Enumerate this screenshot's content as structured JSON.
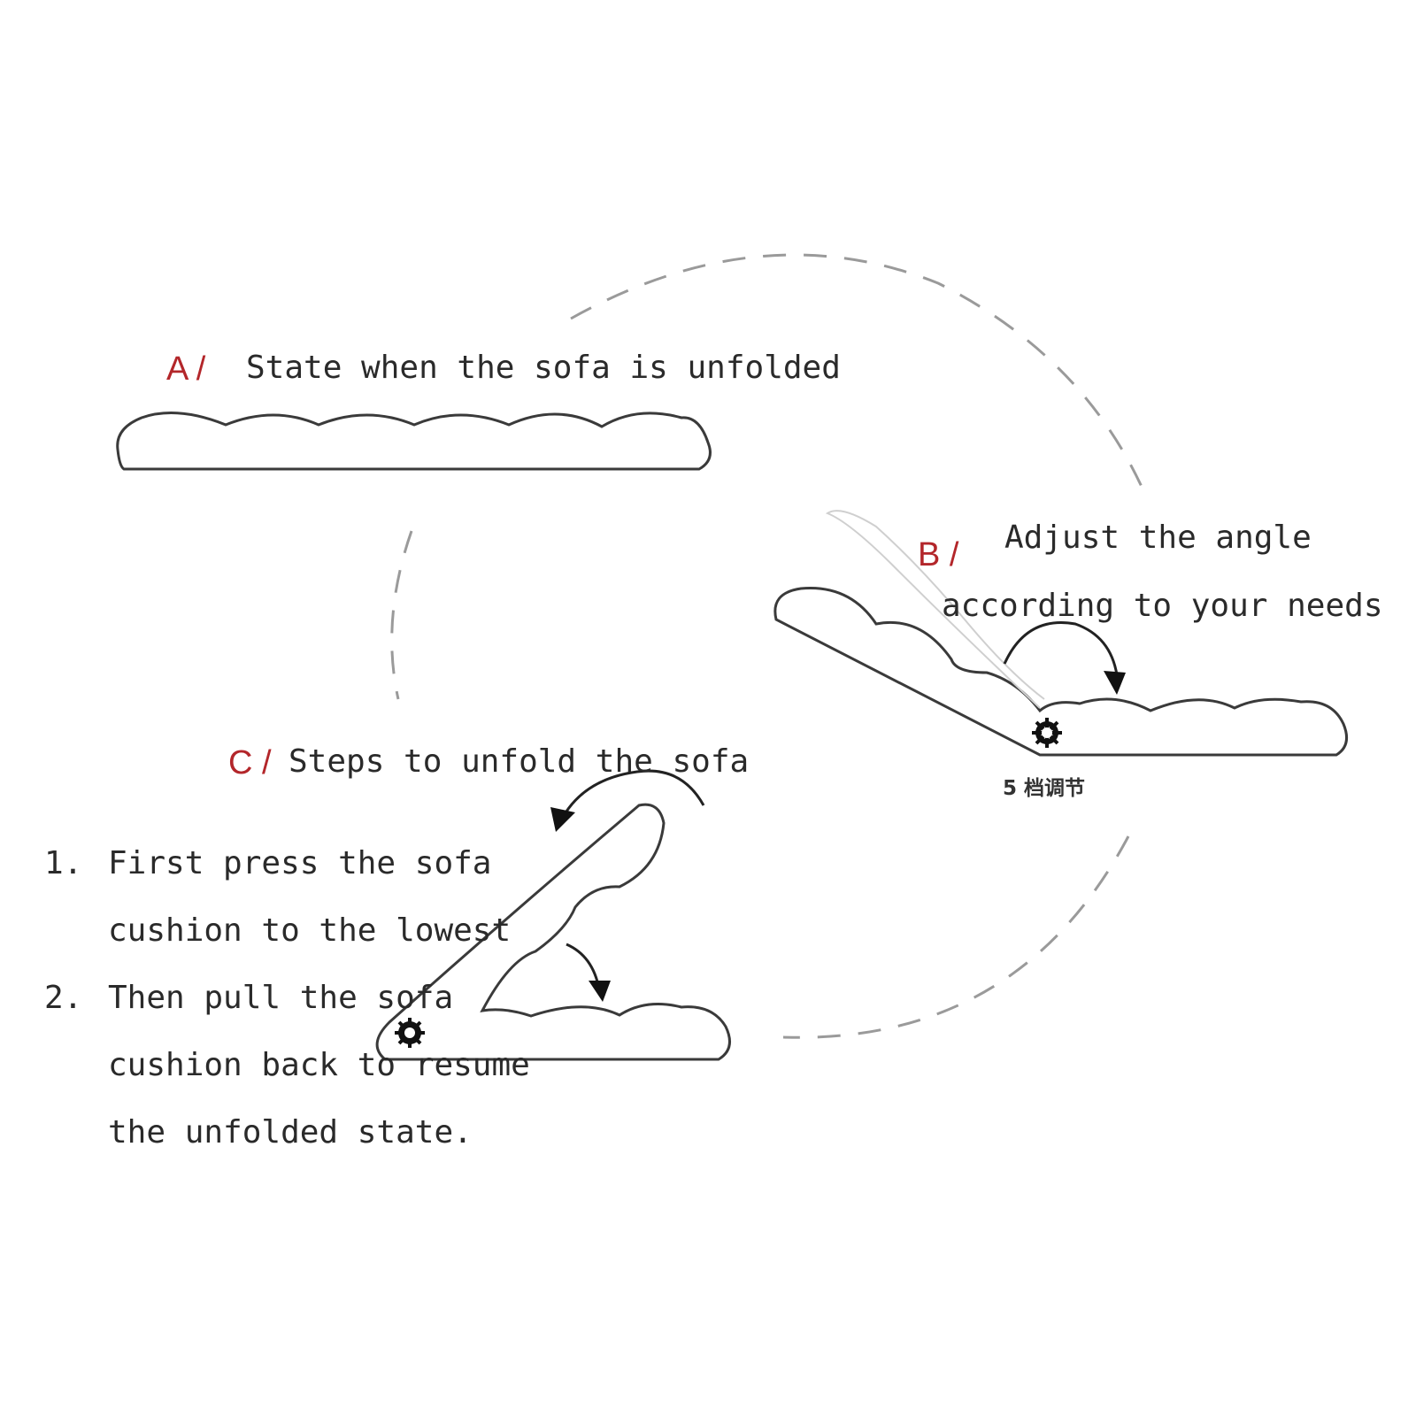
{
  "colors": {
    "ink": "#3a3a3a",
    "dashed_guide": "#999999",
    "label_red": "#b3262a",
    "text": "#2a2a2a"
  },
  "section_a": {
    "tag": "A /",
    "caption": "State when the sofa is unfolded"
  },
  "section_b": {
    "tag": "B /",
    "caption_line1": "Adjust the angle",
    "caption_line2": "according to your needs",
    "gear_label": "5 档调节"
  },
  "section_c": {
    "tag": "C /",
    "caption": "Steps to unfold the sofa",
    "steps": [
      {
        "number": "1.",
        "line1": "First press the sofa",
        "line2": "cushion to the lowest"
      },
      {
        "number": "2.",
        "line1": "Then pull the sofa",
        "line2": "cushion back to resume",
        "line3": "the unfolded state."
      }
    ]
  },
  "icons": [
    "gear-icon",
    "curved-arrow-icon"
  ]
}
